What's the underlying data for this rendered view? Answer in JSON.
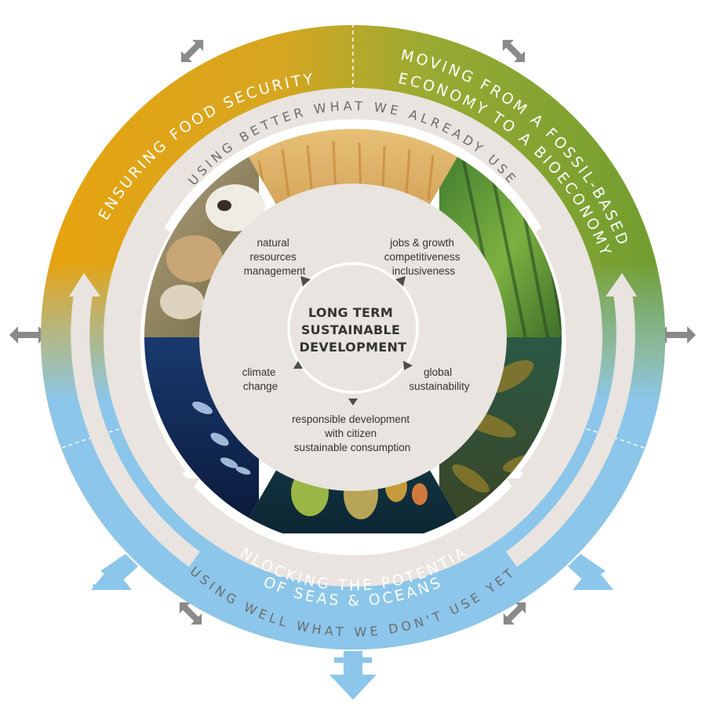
{
  "outer_ring": {
    "food": "ENSURING FOOD SECURITY",
    "bio_line1": "MOVING FROM A FOSSIL-BASED",
    "bio_line2": "ECONOMY TO A BIOECONOMY",
    "seas_line1": "UNLOCKING THE POTENTIAL",
    "seas_line2": "OF SEAS & OCEANS"
  },
  "inner_ring": {
    "top": "USING BETTER WHAT WE ALREADY USE",
    "bottom": "USING WELL WHAT WE DON'T USE YET"
  },
  "themes": [
    {
      "lines": [
        "natural",
        "resources",
        "management"
      ]
    },
    {
      "lines": [
        "jobs & growth",
        "competitiveness",
        "inclusiveness"
      ]
    },
    {
      "lines": [
        "climate",
        "change"
      ]
    },
    {
      "lines": [
        "global",
        "sustainability"
      ]
    },
    {
      "lines": [
        "responsible development",
        "with citizen",
        "sustainable consumption"
      ]
    }
  ],
  "core": {
    "line1": "LONG TERM",
    "line2": "SUSTAINABLE",
    "line3": "DEVELOPMENT"
  },
  "images": [
    {
      "icon": "wheat-field-image"
    },
    {
      "icon": "forest-image"
    },
    {
      "icon": "kelp-seaweed-image"
    },
    {
      "icon": "coral-reef-image"
    },
    {
      "icon": "fish-school-image"
    },
    {
      "icon": "cows-image"
    }
  ],
  "colors": {
    "food": "#e2a418",
    "bioeconomy": "#7aa232",
    "seas": "#8cc4e8",
    "ring": "#e7e2dd",
    "core": "#e9e4e0"
  }
}
